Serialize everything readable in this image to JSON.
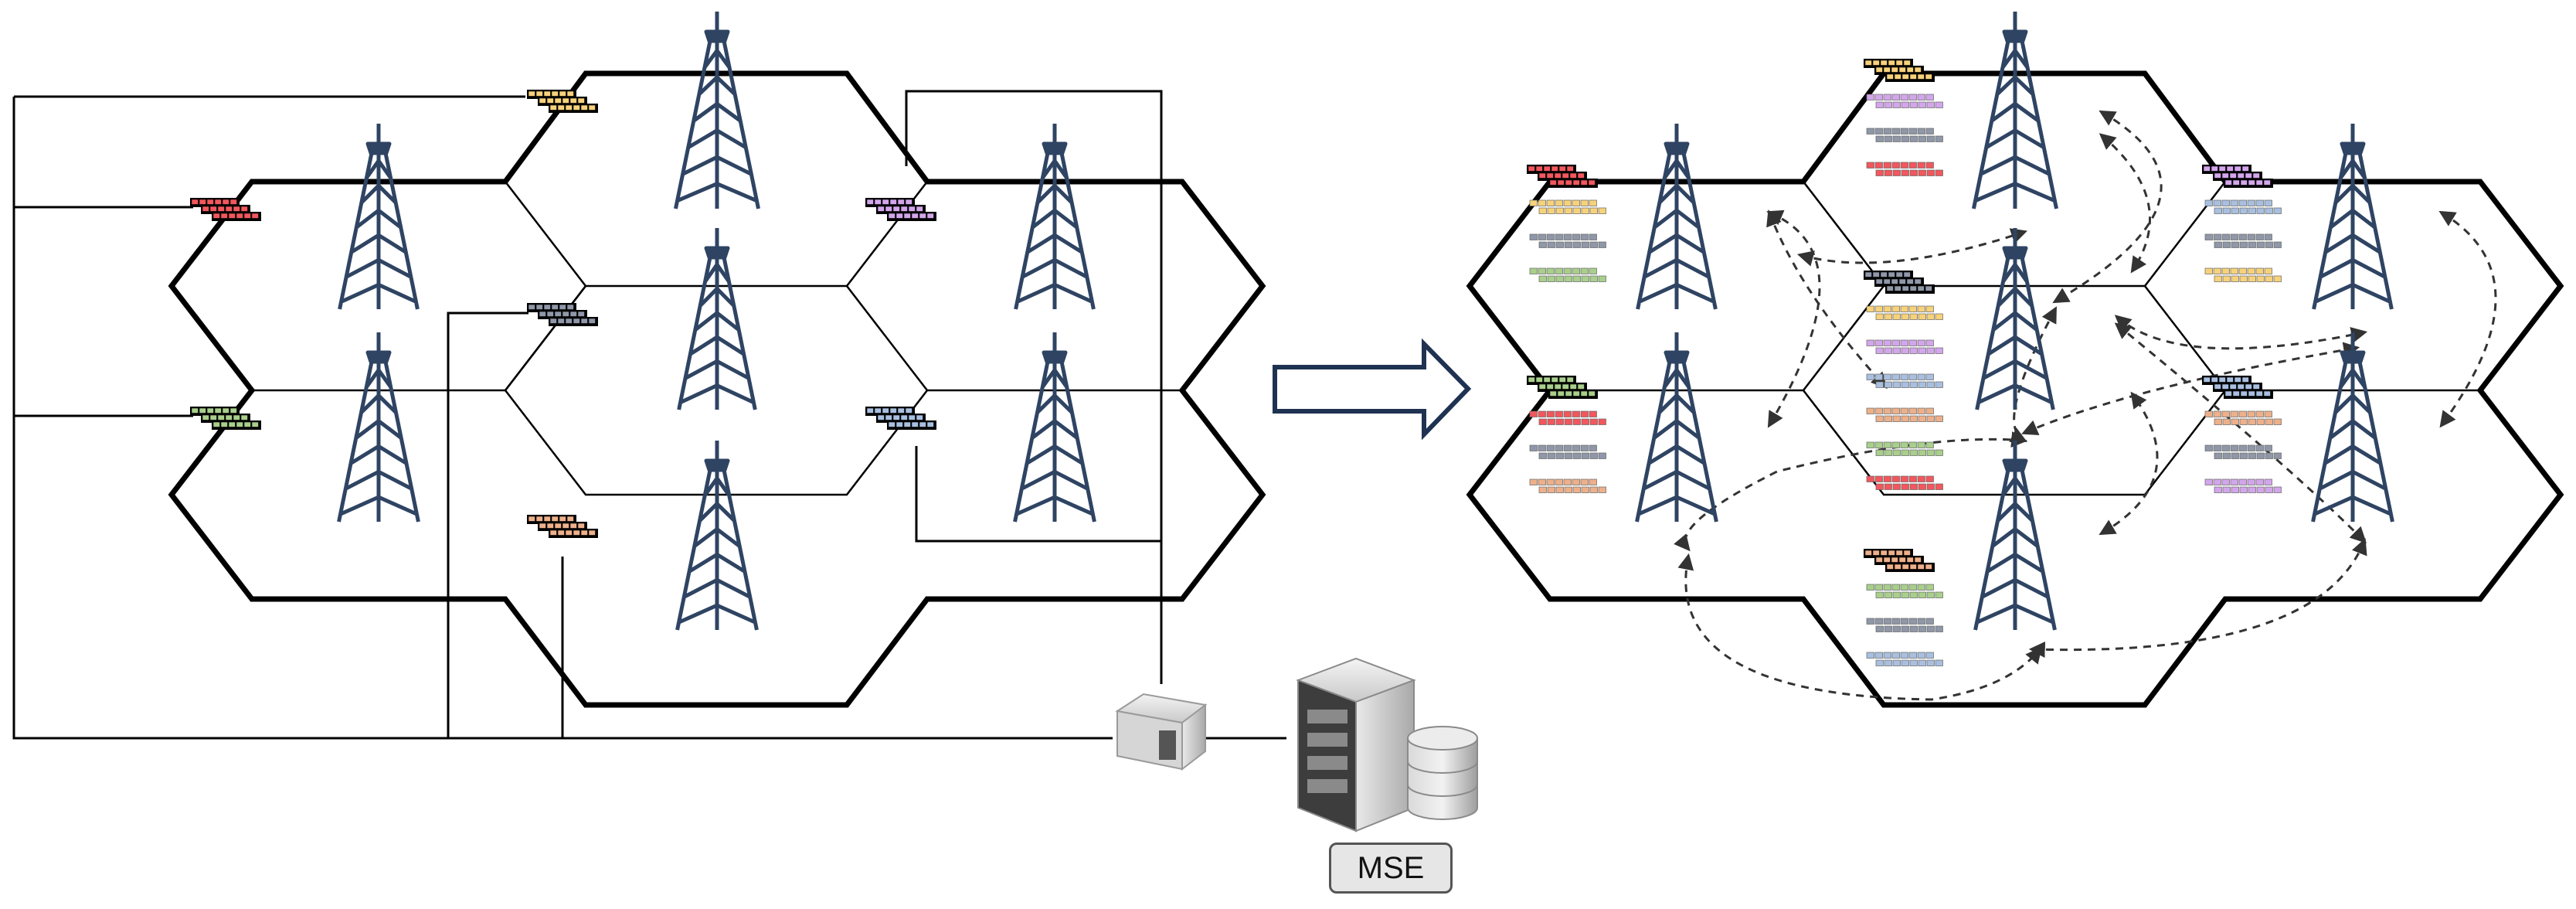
{
  "diagram": {
    "server_label": "MSE",
    "colors": {
      "red": "#f2575d",
      "yellow": "#f7d27a",
      "purple": "#d3a6ec",
      "navy": "#8f97a8",
      "green": "#a8cf8b",
      "blue": "#a8bfe0",
      "orange": "#eeb08a",
      "tower": "#2f4463",
      "line": "#000000",
      "arrow": "#1f3251",
      "dashed": "#333333"
    },
    "icons": [
      "tower-icon",
      "cache-icon",
      "edge-server-icon",
      "mse-server-icon",
      "database-icon",
      "transition-arrow-icon"
    ],
    "left_network": {
      "cells": [
        {
          "id": "L1",
          "caches": [
            "red"
          ]
        },
        {
          "id": "L2",
          "caches": [
            "green"
          ]
        },
        {
          "id": "L3",
          "caches": [
            "yellow"
          ]
        },
        {
          "id": "L4",
          "caches": [
            "navy"
          ]
        },
        {
          "id": "L5",
          "caches": [
            "orange"
          ]
        },
        {
          "id": "L6",
          "caches": [
            "purple"
          ]
        },
        {
          "id": "L7",
          "caches": [
            "blue"
          ]
        }
      ]
    },
    "right_network": {
      "cells": [
        {
          "id": "R1",
          "caches": [
            "red",
            "yellow",
            "navy",
            "green"
          ]
        },
        {
          "id": "R2",
          "caches": [
            "green",
            "red",
            "navy",
            "orange"
          ]
        },
        {
          "id": "R3",
          "caches": [
            "yellow",
            "purple",
            "navy",
            "red"
          ]
        },
        {
          "id": "R4",
          "caches": [
            "navy",
            "yellow",
            "purple",
            "blue",
            "orange",
            "green",
            "red"
          ]
        },
        {
          "id": "R5",
          "caches": [
            "orange",
            "green",
            "navy",
            "blue"
          ]
        },
        {
          "id": "R6",
          "caches": [
            "purple",
            "blue",
            "navy",
            "yellow"
          ]
        },
        {
          "id": "R7",
          "caches": [
            "blue",
            "orange",
            "navy",
            "purple"
          ]
        }
      ]
    }
  }
}
